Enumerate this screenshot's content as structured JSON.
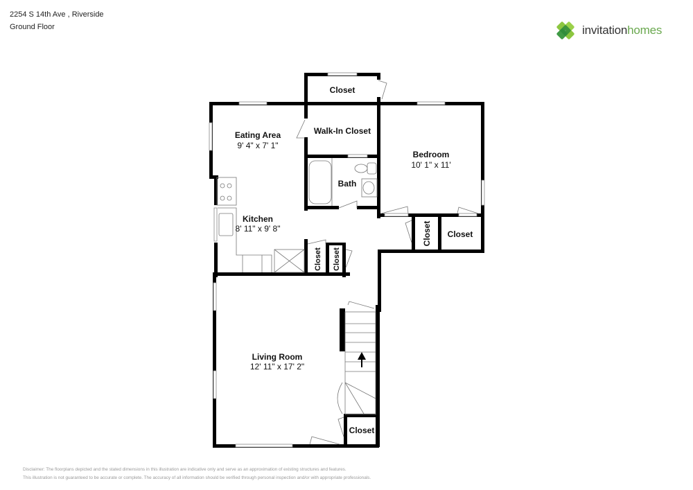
{
  "header": {
    "address": "2254 S 14th Ave , Riverside",
    "floor": "Ground Floor"
  },
  "logo": {
    "icon": "clover-logo-icon",
    "text_part1": "invitation",
    "text_part2": "homes",
    "colors": {
      "primary_green": "#6aa84f",
      "dark_green": "#2e8b3a",
      "text_dark": "#333333"
    }
  },
  "rooms": {
    "eating_area": {
      "name": "Eating Area",
      "dims": "9' 4\" x 7' 1\""
    },
    "kitchen": {
      "name": "Kitchen",
      "dims": "8' 11\" x 9' 8\""
    },
    "walk_in_closet": {
      "name": "Walk-In Closet"
    },
    "closet_top": {
      "name": "Closet"
    },
    "bath": {
      "name": "Bath"
    },
    "bedroom": {
      "name": "Bedroom",
      "dims": "10' 1\" x 11'"
    },
    "closet_bed_vertical": {
      "name": "Closet"
    },
    "closet_bed_right": {
      "name": "Closet"
    },
    "closet_kitchen_1": {
      "name": "Closet"
    },
    "closet_kitchen_2": {
      "name": "Closet"
    },
    "living_room": {
      "name": "Living Room",
      "dims": "12' 11\" x 17' 2\""
    },
    "closet_living": {
      "name": "Closet"
    }
  },
  "disclaimer": {
    "line1": "Disclaimer: The floorplans depicted and the stated dimensions in this illustration are indicative only and serve as an approximation of existing structures and features.",
    "line2": "This illustration is not guaranteed to be accurate or complete. The accuracy of all information should be verified through personal inspection and/or with appropriate professionals."
  }
}
